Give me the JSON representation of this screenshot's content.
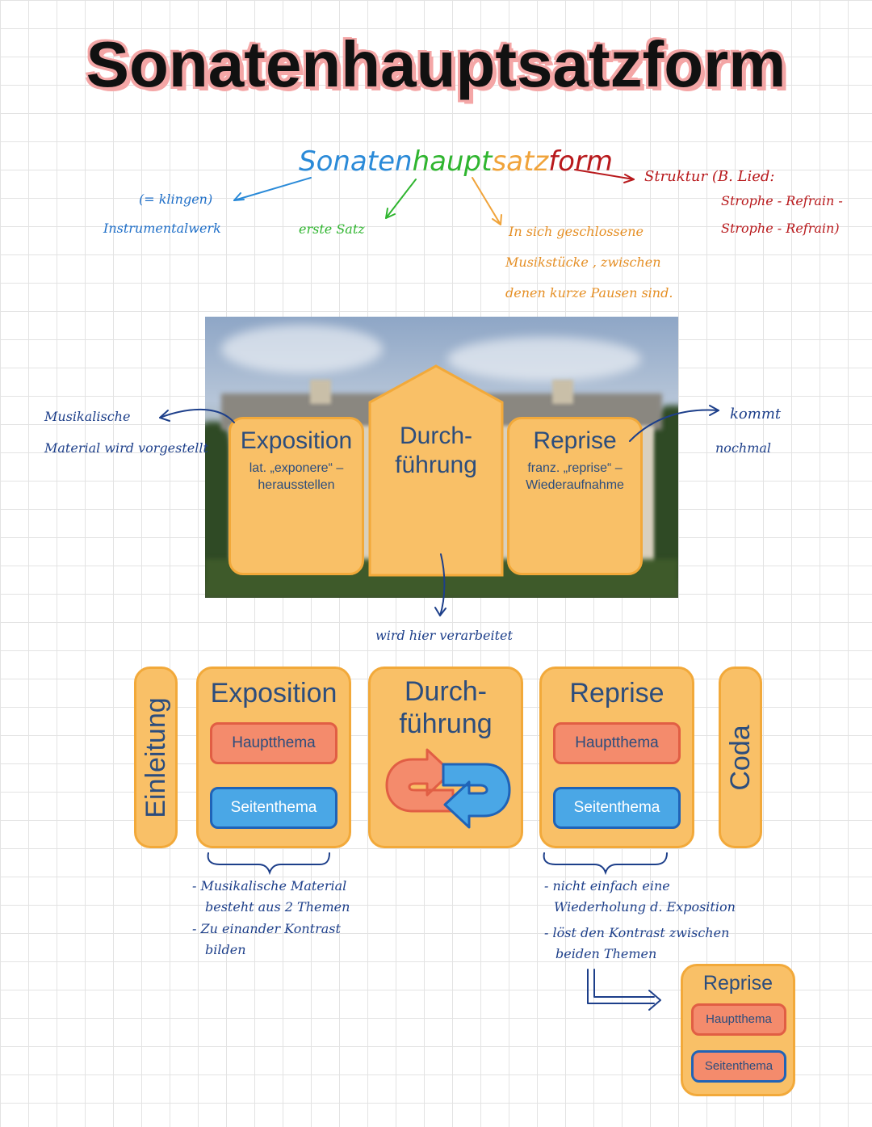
{
  "title": "Sonatenhauptsatzform",
  "word_parts": {
    "sonaten": "Sonaten",
    "haupt": "haupt",
    "satz": "satz",
    "form": "form"
  },
  "notes": {
    "sonaten_1": "(= klingen)",
    "sonaten_2": "Instrumentalwerk",
    "haupt": "erste Satz",
    "satz_1": "In sich geschlossene",
    "satz_2": "Musikstücke , zwischen",
    "satz_3": "denen kurze Pausen sind.",
    "form_1": "Struktur (B. Lied:",
    "form_2": "Strophe - Refrain -",
    "form_3": "Strophe - Refrain)"
  },
  "house": {
    "exposition_title": "Exposition",
    "exposition_sub_1": "lat. „exponere“ –",
    "exposition_sub_2": "herausstellen",
    "durch_title_1": "Durch-",
    "durch_title_2": "führung",
    "reprise_title": "Reprise",
    "reprise_sub_1": "franz. „reprise“ –",
    "reprise_sub_2": "Wiederaufnahme"
  },
  "side_notes": {
    "left_1": "Musikalische",
    "left_2": "Material wird vorgestellt",
    "right_1": "kommt",
    "right_2": "nochmal",
    "middle": "wird hier verarbeitet"
  },
  "diagram": {
    "einleitung": "Einleitung",
    "exposition": "Exposition",
    "durch_1": "Durch-",
    "durch_2": "führung",
    "reprise": "Reprise",
    "coda": "Coda",
    "hauptthema": "Hauptthema",
    "seitenthema": "Seitenthema"
  },
  "bottom_notes": {
    "expo_1": "- Musikalische Material",
    "expo_2": "besteht aus 2 Themen",
    "expo_3": "- Zu einander Kontrast",
    "expo_4": "bilden",
    "rep_1": "- nicht einfach eine",
    "rep_2": "Wiederholung d. Exposition",
    "rep_3": "- löst den Kontrast zwischen",
    "rep_4": "beiden Themen"
  },
  "mini": {
    "reprise": "Reprise",
    "hauptthema": "Hauptthema",
    "seitenthema": "Seitenthema"
  },
  "colors": {
    "box_fill": "#f9c067",
    "box_border": "#f2a93a",
    "haupt_fill": "#f48b6c",
    "seiten_fill": "#4aa7e6",
    "text_navy": "#2c4d7d",
    "title_highlight": "#f4a6a6"
  }
}
